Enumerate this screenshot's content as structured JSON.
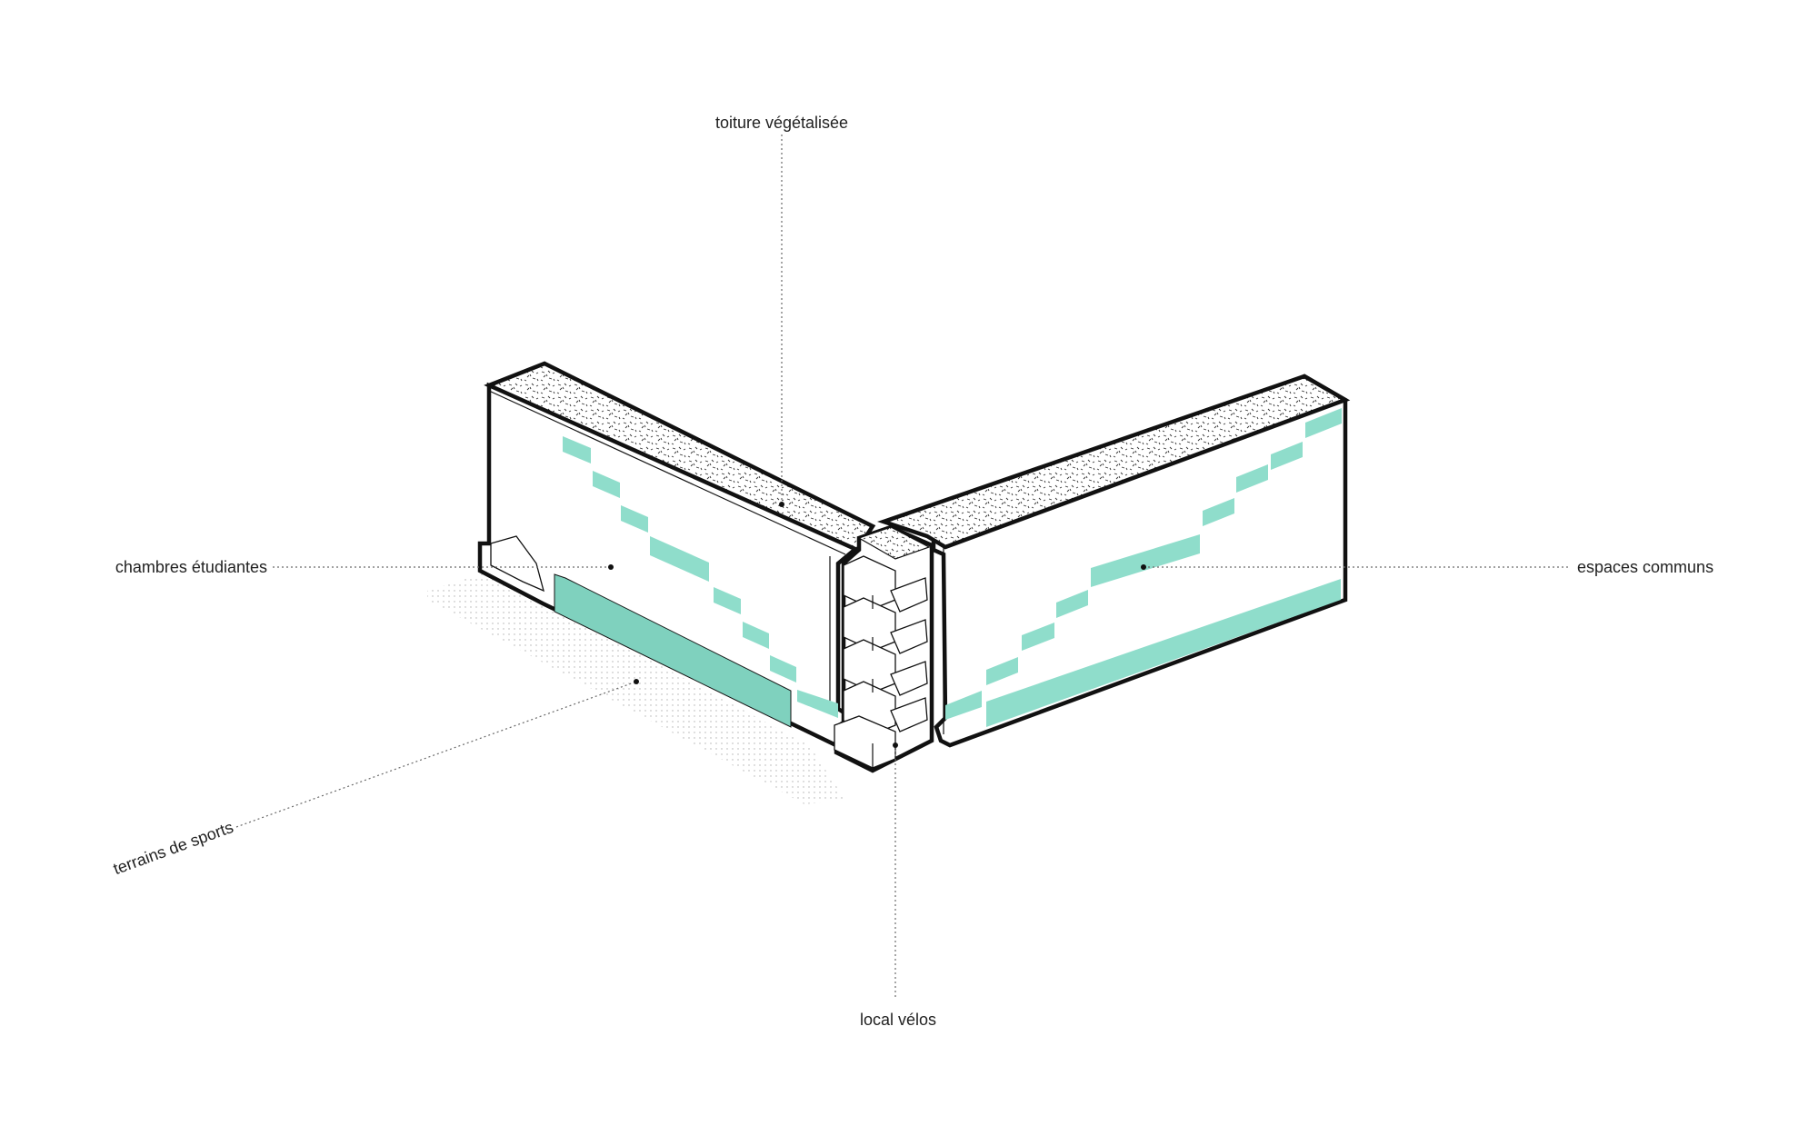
{
  "labels": {
    "roof": "toiture végétalisée",
    "rooms": "chambres étudiantes",
    "common": "espaces communs",
    "sports": "terrains de sports",
    "bikes": "local vélos"
  },
  "colors": {
    "accent": "#8fddcb",
    "outline": "#111111",
    "background": "#ffffff"
  }
}
